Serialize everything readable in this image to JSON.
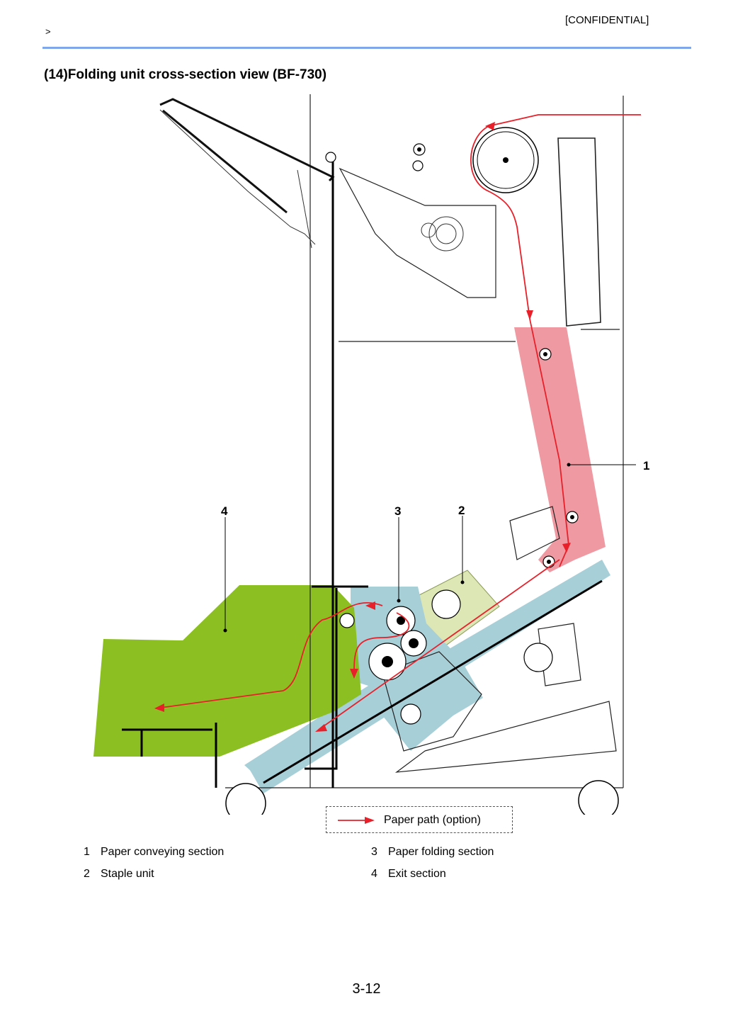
{
  "header": {
    "confidential": "[CONFIDENTIAL]",
    "breadcrumb": ">"
  },
  "title": "(14)Folding unit cross-section view (BF-730)",
  "figure": {
    "callouts": [
      "1",
      "2",
      "3",
      "4"
    ],
    "colors": {
      "conveying": "#ef9aa3",
      "staple": "#dde6b5",
      "folding": "#a7cfd8",
      "exit": "#8cbf22",
      "paper_path": "#e8202a"
    }
  },
  "legend": {
    "label": "Paper path (option)",
    "icon": "red-arrow-icon"
  },
  "captions": [
    {
      "num": "1",
      "text": "Paper conveying section"
    },
    {
      "num": "2",
      "text": "Staple unit"
    },
    {
      "num": "3",
      "text": "Paper folding section"
    },
    {
      "num": "4",
      "text": "Exit section"
    }
  ],
  "footer": {
    "page": "3-12"
  }
}
